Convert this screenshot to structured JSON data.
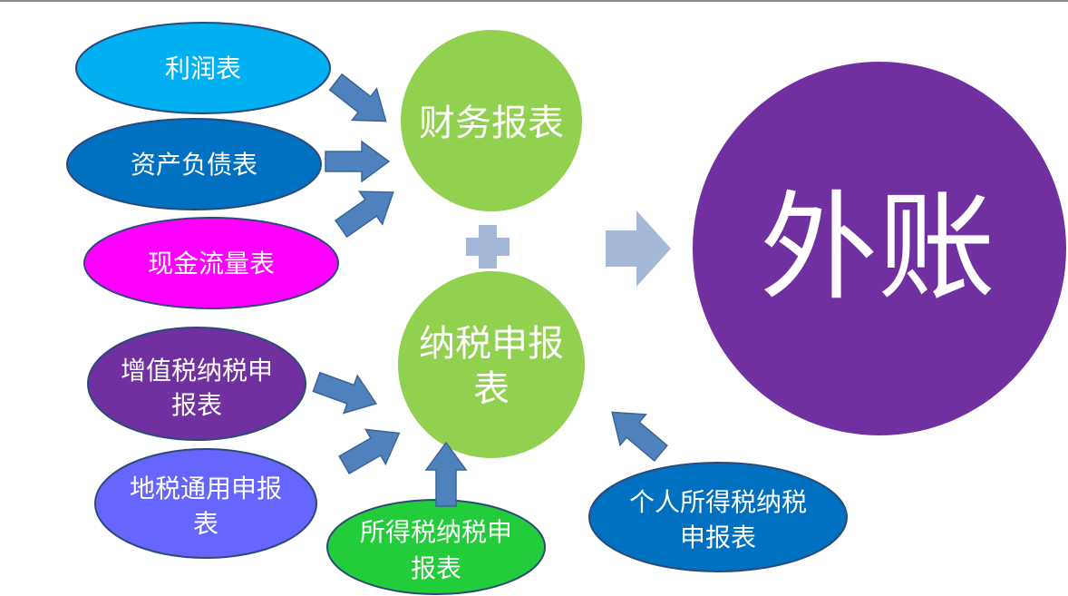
{
  "colors": {
    "light_blue": "#00b0f0",
    "mid_blue": "#0070c0",
    "magenta": "#ff00ff",
    "purple": "#7030a0",
    "periwinkle": "#6666ff",
    "green": "#22cc3a",
    "lime": "#92d050",
    "arrow": "#4f81bd",
    "plus": "#a6b8d8",
    "result": "#7030a0"
  },
  "nodes": {
    "profit": "利润表",
    "balance": "资产负债表",
    "cashflow": "现金流量表",
    "financial_statements": "财务报表",
    "vat_l1": "增值税纳税申",
    "vat_l2": "报表",
    "local_l1": "地税通用申报",
    "local_l2": "表",
    "income_l1": "所得税纳税申",
    "income_l2": "报表",
    "tax_returns_l1": "纳税申报",
    "tax_returns_l2": "表",
    "personal_l1": "个人所得税纳税",
    "personal_l2": "申报表",
    "result": "外账"
  }
}
